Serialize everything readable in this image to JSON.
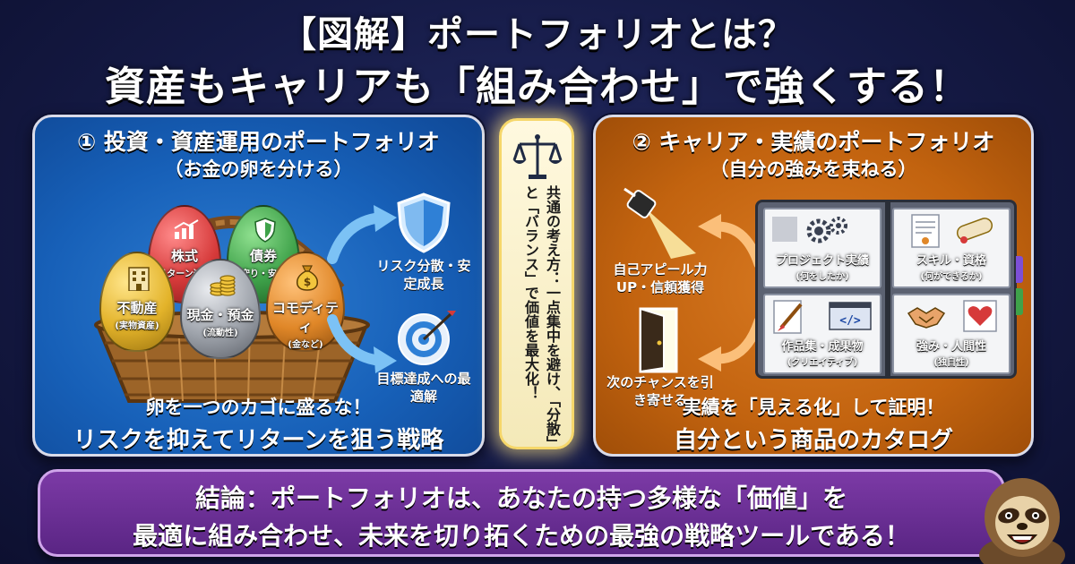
{
  "title": {
    "line1": "【図解】ポートフォリオとは？",
    "line2": "資産もキャリアも「組み合わせ」で強くする！"
  },
  "left_panel": {
    "title": "① 投資・資産運用のポートフォリオ",
    "subtitle": "（お金の卵を分ける）",
    "eggs": [
      {
        "label": "株式",
        "sub": "(リターン追求)",
        "color": "#d63a3a"
      },
      {
        "label": "債券",
        "sub": "(守り・安定)",
        "color": "#3fa24a"
      },
      {
        "label": "不動産",
        "sub": "(実物資産)",
        "color": "#e3b32a"
      },
      {
        "label": "現金・預金",
        "sub": "(流動性)",
        "color": "#9ea3ab"
      },
      {
        "label": "コモディティ",
        "sub": "(金など)",
        "color": "#e08728"
      }
    ],
    "outcome_1": "リスク分散・安定成長",
    "outcome_2": "目標達成への最適解",
    "caption_small": "卵を一つのカゴに盛るな！",
    "caption_big": "リスクを抑えてリターンを狙う戦略"
  },
  "center": {
    "icon": "balance-scale-icon",
    "text": "共通の考え方：一点集中を避け、「分散」と「バランス」で価値を最大化！"
  },
  "right_panel": {
    "title": "② キャリア・実績のポートフォリオ",
    "subtitle": "（自分の強みを束ねる）",
    "docs": [
      {
        "label": "プロジェクト実績",
        "sub": "(何をしたか)"
      },
      {
        "label": "スキル・資格",
        "sub": "(何ができるか)"
      },
      {
        "label": "作品集・成果物",
        "sub": "(クリエイティブ)"
      },
      {
        "label": "強み・人間性",
        "sub": "(独自性)"
      }
    ],
    "outcome_1": "自己アピール力UP・信頼獲得",
    "outcome_2": "次のチャンスを引き寄せる",
    "caption_small": "実績を「見える化」して証明！",
    "caption_big": "自分という商品のカタログ"
  },
  "conclusion": {
    "line1": "結論：ポートフォリオは、あなたの持つ多様な「価値」を",
    "line2": "最適に組み合わせ、未来を切り拓くための最強の戦略ツールである！"
  },
  "colors": {
    "background": "#151a45",
    "left_panel": "#1760b8",
    "right_panel": "#c2630f",
    "banner": "#6a2d96",
    "pillar": "#fff4c8"
  }
}
